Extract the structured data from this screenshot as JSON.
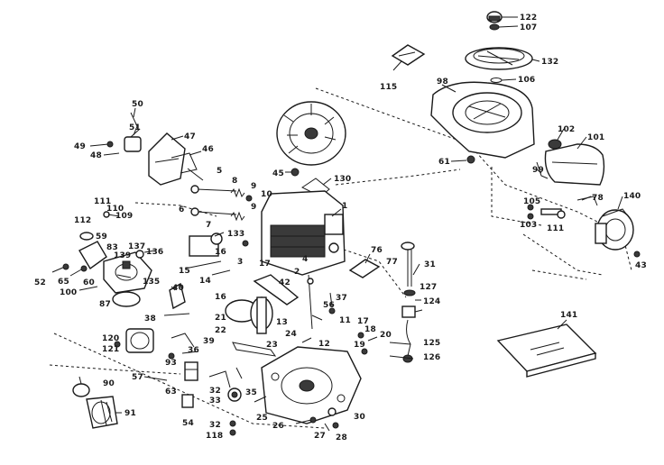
{
  "callouts": [
    {
      "id": "c122",
      "text": "122"
    },
    {
      "id": "c107",
      "text": "107"
    },
    {
      "id": "c132",
      "text": "132"
    },
    {
      "id": "c106",
      "text": "106"
    },
    {
      "id": "c115",
      "text": "115"
    },
    {
      "id": "c98",
      "text": "98"
    },
    {
      "id": "c102",
      "text": "102"
    },
    {
      "id": "c101",
      "text": "101"
    },
    {
      "id": "c61",
      "text": "61"
    },
    {
      "id": "c99",
      "text": "99"
    },
    {
      "id": "c78",
      "text": "78"
    },
    {
      "id": "c140",
      "text": "140"
    },
    {
      "id": "c105",
      "text": "105"
    },
    {
      "id": "c103",
      "text": "103"
    },
    {
      "id": "c111",
      "text": "111"
    },
    {
      "id": "c43",
      "text": "43"
    },
    {
      "id": "c50",
      "text": "50"
    },
    {
      "id": "c51",
      "text": "51"
    },
    {
      "id": "c47",
      "text": "47"
    },
    {
      "id": "c49",
      "text": "49"
    },
    {
      "id": "c48",
      "text": "48"
    },
    {
      "id": "c46",
      "text": "46"
    },
    {
      "id": "c45",
      "text": "45"
    },
    {
      "id": "c130",
      "text": "130"
    },
    {
      "id": "c5",
      "text": "5"
    },
    {
      "id": "c8",
      "text": "8"
    },
    {
      "id": "c9a",
      "text": "9"
    },
    {
      "id": "c10",
      "text": "10"
    },
    {
      "id": "c6",
      "text": "6"
    },
    {
      "id": "c9b",
      "text": "9"
    },
    {
      "id": "c7",
      "text": "7"
    },
    {
      "id": "c1",
      "text": "1"
    },
    {
      "id": "c111b",
      "text": "111"
    },
    {
      "id": "c110",
      "text": "110"
    },
    {
      "id": "c109",
      "text": "109"
    },
    {
      "id": "c112",
      "text": "112"
    },
    {
      "id": "c59",
      "text": "59"
    },
    {
      "id": "c83",
      "text": "83"
    },
    {
      "id": "c137",
      "text": "137"
    },
    {
      "id": "c136",
      "text": "136"
    },
    {
      "id": "c139",
      "text": "139"
    },
    {
      "id": "c52",
      "text": "52"
    },
    {
      "id": "c65",
      "text": "65"
    },
    {
      "id": "c60",
      "text": "60"
    },
    {
      "id": "c135",
      "text": "135"
    },
    {
      "id": "c100",
      "text": "100"
    },
    {
      "id": "c87",
      "text": "87"
    },
    {
      "id": "c133",
      "text": "133"
    },
    {
      "id": "c16a",
      "text": "16"
    },
    {
      "id": "c15",
      "text": "15"
    },
    {
      "id": "c3",
      "text": "3"
    },
    {
      "id": "c14",
      "text": "14"
    },
    {
      "id": "c16b",
      "text": "16"
    },
    {
      "id": "c17",
      "text": "17"
    },
    {
      "id": "c4",
      "text": "4"
    },
    {
      "id": "c2",
      "text": "2"
    },
    {
      "id": "c42",
      "text": "42"
    },
    {
      "id": "c76",
      "text": "76"
    },
    {
      "id": "c77",
      "text": "77"
    },
    {
      "id": "c31",
      "text": "31"
    },
    {
      "id": "c40",
      "text": "40"
    },
    {
      "id": "c38",
      "text": "38"
    },
    {
      "id": "c21",
      "text": "21"
    },
    {
      "id": "c22",
      "text": "22"
    },
    {
      "id": "c37",
      "text": "37"
    },
    {
      "id": "c56",
      "text": "56"
    },
    {
      "id": "c127",
      "text": "127"
    },
    {
      "id": "c124",
      "text": "124"
    },
    {
      "id": "c13",
      "text": "13"
    },
    {
      "id": "c11",
      "text": "11"
    },
    {
      "id": "c24",
      "text": "24"
    },
    {
      "id": "c12",
      "text": "12"
    },
    {
      "id": "c17b",
      "text": "17"
    },
    {
      "id": "c18",
      "text": "18"
    },
    {
      "id": "c20",
      "text": "20"
    },
    {
      "id": "c19",
      "text": "19"
    },
    {
      "id": "c125",
      "text": "125"
    },
    {
      "id": "c126",
      "text": "126"
    },
    {
      "id": "c120",
      "text": "120"
    },
    {
      "id": "c121",
      "text": "121"
    },
    {
      "id": "c39",
      "text": "39"
    },
    {
      "id": "c93",
      "text": "93"
    },
    {
      "id": "c36",
      "text": "36"
    },
    {
      "id": "c23",
      "text": "23"
    },
    {
      "id": "c57",
      "text": "57"
    },
    {
      "id": "c90",
      "text": "90"
    },
    {
      "id": "c63",
      "text": "63"
    },
    {
      "id": "c32a",
      "text": "32"
    },
    {
      "id": "c35",
      "text": "35"
    },
    {
      "id": "c33",
      "text": "33"
    },
    {
      "id": "c91",
      "text": "91"
    },
    {
      "id": "c54",
      "text": "54"
    },
    {
      "id": "c25",
      "text": "25"
    },
    {
      "id": "c26",
      "text": "26"
    },
    {
      "id": "c30",
      "text": "30"
    },
    {
      "id": "c32b",
      "text": "32"
    },
    {
      "id": "c118",
      "text": "118"
    },
    {
      "id": "c27",
      "text": "27"
    },
    {
      "id": "c28",
      "text": "28"
    },
    {
      "id": "c141",
      "text": "141"
    }
  ]
}
